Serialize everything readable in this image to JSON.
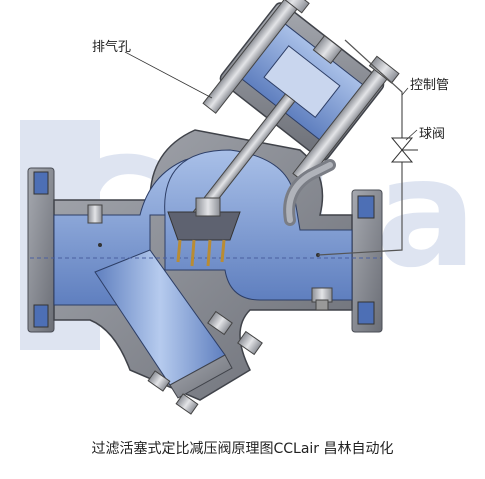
{
  "labels": {
    "vent_hole": "排气孔",
    "control_pipe": "控制管",
    "ball_valve": "球阀"
  },
  "watermark": "CCLair",
  "caption": "过滤活塞式定比减压阀原理图CCLair 昌林自动化",
  "colors": {
    "metal": "#8f939c",
    "metal_dark": "#5d6068",
    "fluid_blue": "#6f8fc8",
    "fluid_light": "#a9c0e8",
    "bolt": "#b7b9bf"
  }
}
